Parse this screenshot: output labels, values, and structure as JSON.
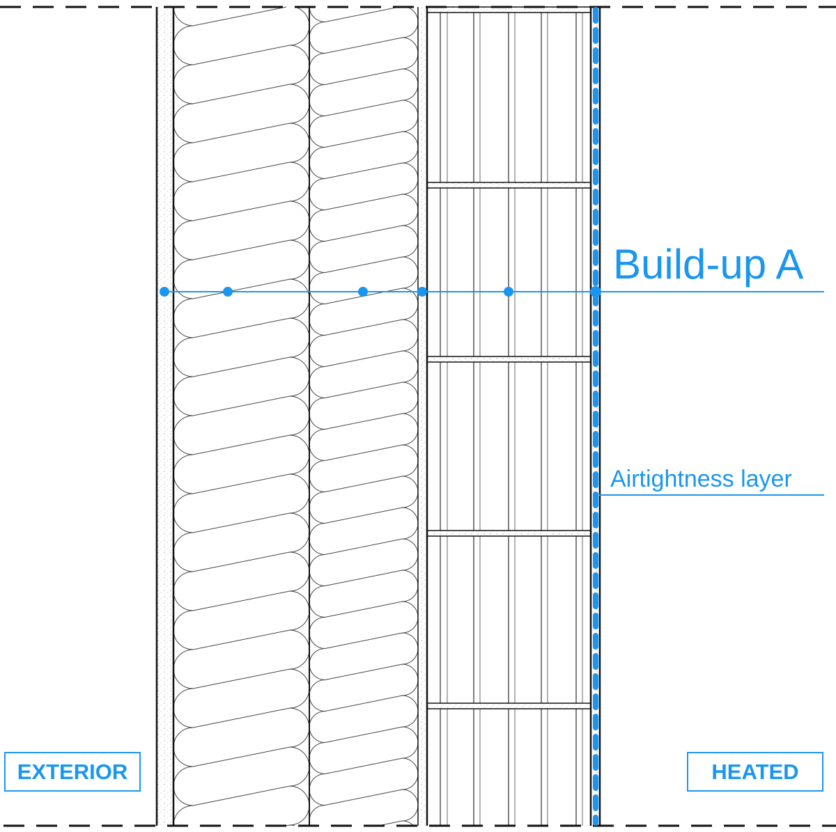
{
  "labels": {
    "buildup": "Build-up A",
    "airtightness": "Airtightness layer",
    "exterior": "EXTERIOR",
    "heated": "HEATED"
  },
  "colors": {
    "accent": "#1a96f0",
    "line": "#111111"
  }
}
